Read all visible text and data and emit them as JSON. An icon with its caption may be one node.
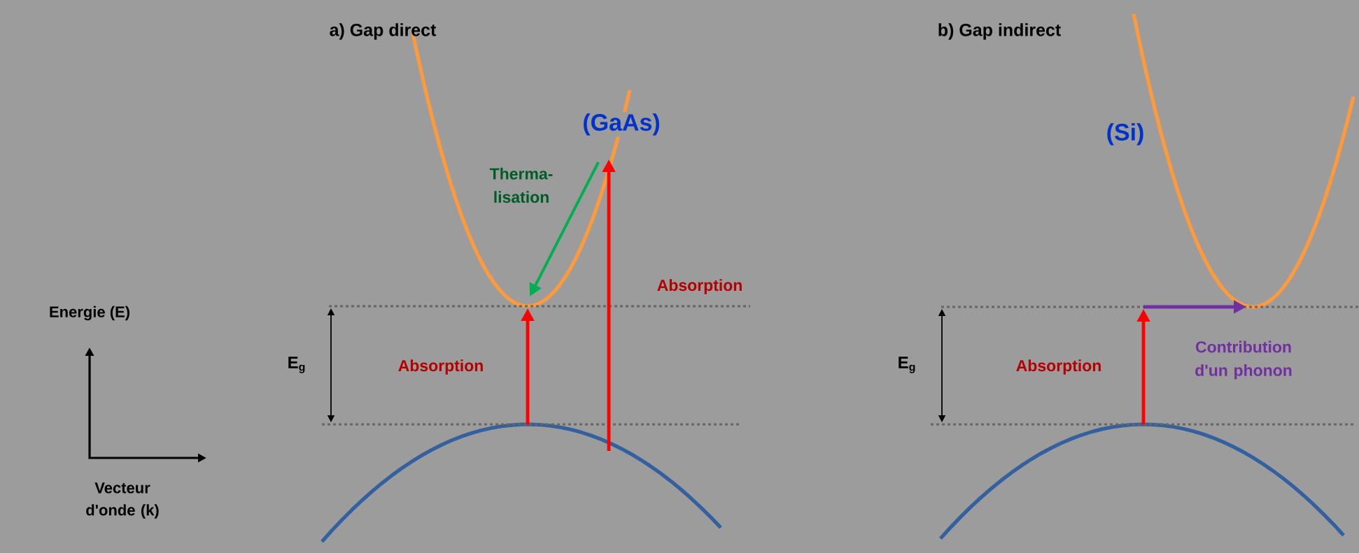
{
  "diagram": {
    "labels": [
      "a) Gap direct",
      "b) Gap indirect",
      "(GaAs)",
      "(Si)",
      "Therma- lisation",
      "Absorption",
      "Energie (E)",
      "E$_{g}$",
      "Absorption",
      "E$_{g}$",
      "Absorption",
      "Contribution d'un phonon",
      "Vecteur d'onde (k)"
    ]
  }
}
